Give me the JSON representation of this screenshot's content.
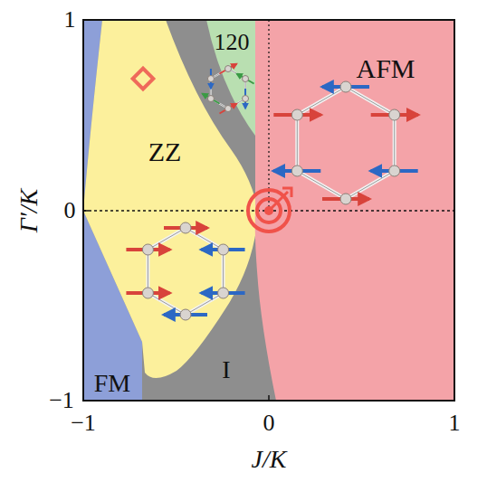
{
  "diagram": {
    "nodes": [
      {
        "text": [
          "120"
        ]
      },
      {
        "text": [
          "AFM"
        ]
      },
      {
        "text": [
          "ZZ"
        ]
      },
      {
        "text": [
          "FM"
        ]
      },
      {
        "text": [
          "I"
        ]
      }
    ],
    "labels": [
      "1",
      "0",
      "−1",
      "−1",
      "0",
      "1",
      "J/K",
      "Γ′/K"
    ]
  }
}
